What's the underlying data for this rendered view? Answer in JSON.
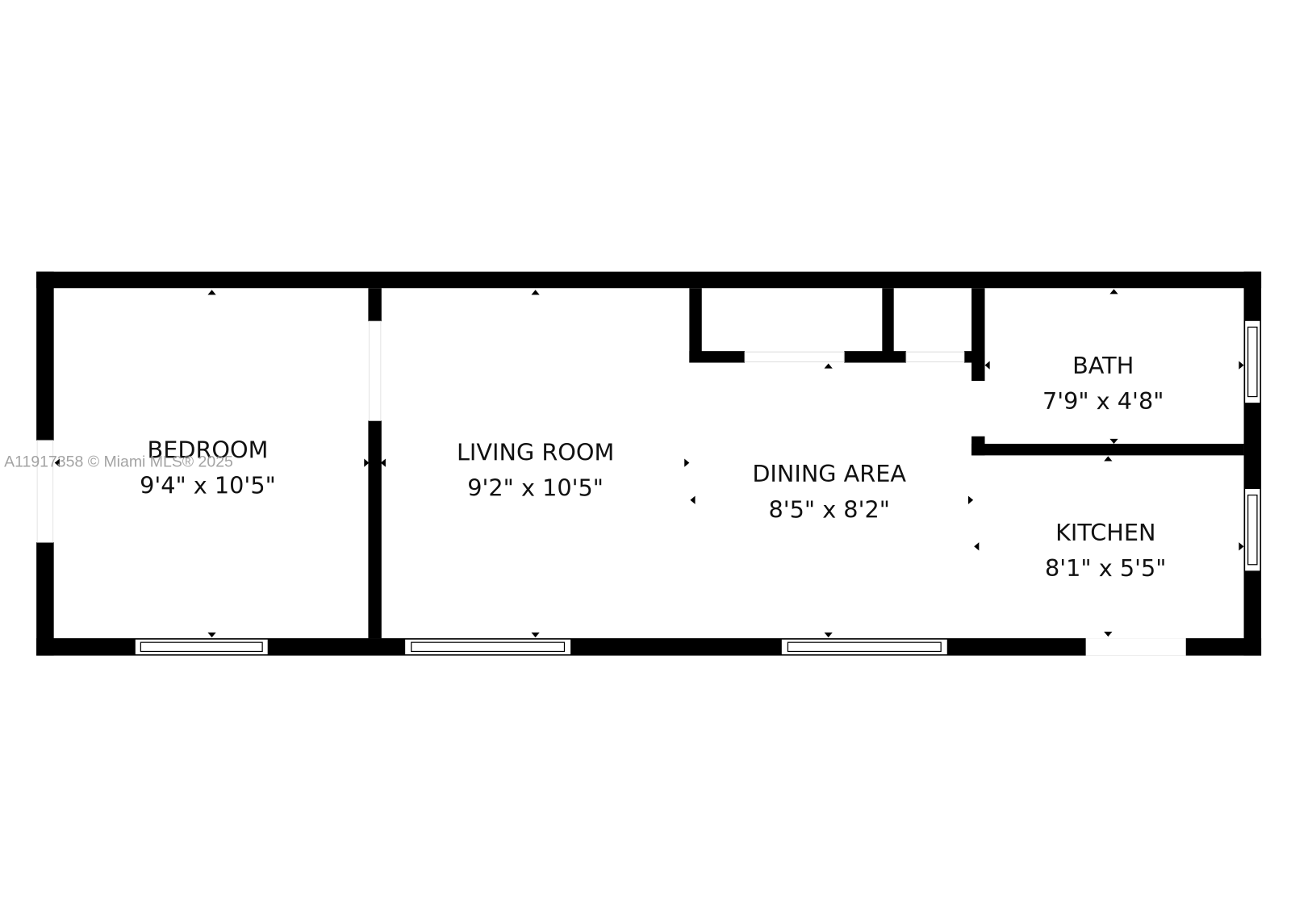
{
  "floorplan": {
    "rooms": [
      {
        "name": "BEDROOM",
        "dimensions": "9'4\" x 10'5\""
      },
      {
        "name": "LIVING ROOM",
        "dimensions": "9'2\" x 10'5\""
      },
      {
        "name": "DINING AREA",
        "dimensions": "8'5\" x 8'2\""
      },
      {
        "name": "BATH",
        "dimensions": "7'9\" x 4'8\""
      },
      {
        "name": "KITCHEN",
        "dimensions": "8'1\" x 5'5\""
      }
    ],
    "wall_color": "#000000",
    "background_color": "#ffffff"
  },
  "watermark": "A11917358 © Miami MLS® 2025"
}
